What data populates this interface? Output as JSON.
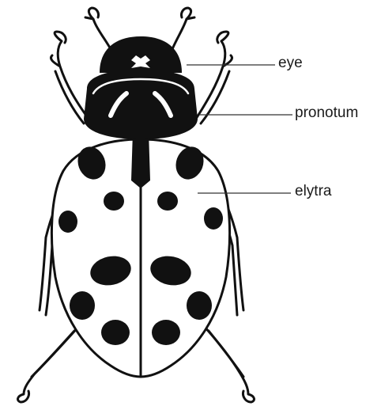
{
  "diagram": {
    "labels": [
      {
        "id": "eye",
        "text": "eye"
      },
      {
        "id": "pronotum",
        "text": "pronotum"
      },
      {
        "id": "elytra",
        "text": "elytra"
      }
    ],
    "colors": {
      "ink": "#111111",
      "paper": "#ffffff",
      "leader": "#333333"
    }
  }
}
